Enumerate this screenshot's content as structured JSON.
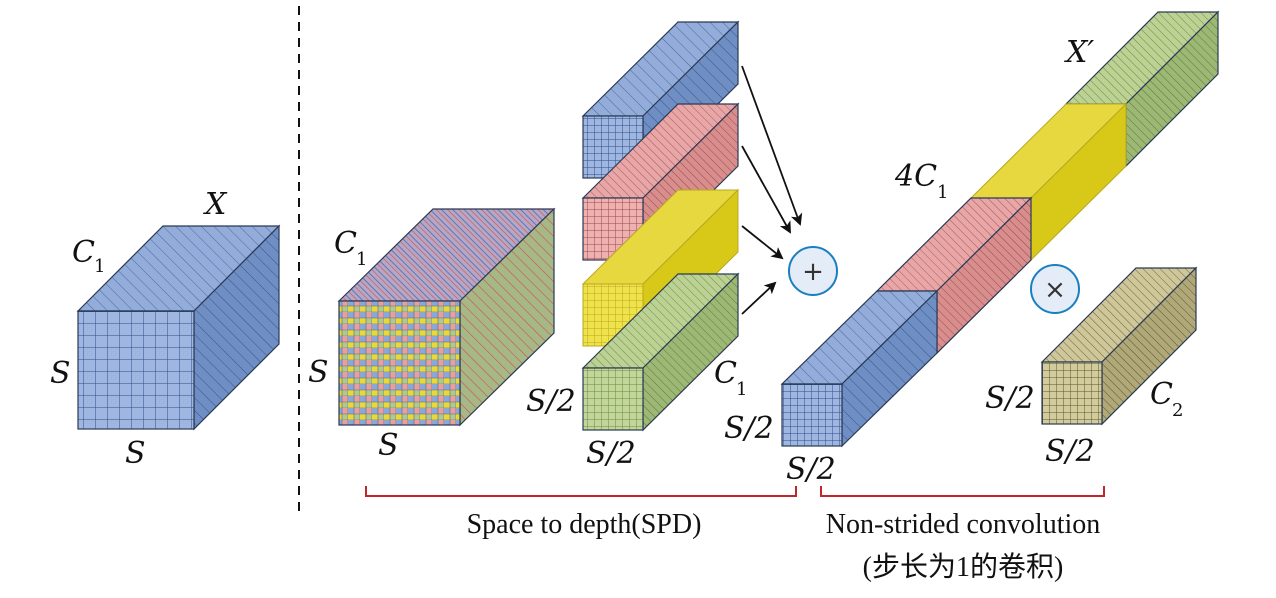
{
  "labels": {
    "x": "X",
    "x_prime": "X′",
    "c1": "C",
    "c1_sub": "1",
    "c2": "C",
    "c2_sub": "2",
    "four_c1": "4C",
    "four_c1_sub": "1",
    "s": "S",
    "s_half": "S/2"
  },
  "operators": {
    "plus": "+",
    "times": "×"
  },
  "captions": {
    "spd": "Space to depth(SPD)",
    "conv": "Non-strided convolution",
    "conv_cn": "(步长为1的卷积)"
  },
  "colors": {
    "blue": "#8ca6d6",
    "pink": "#e6a0a0",
    "yellow": "#e8d83a",
    "green": "#b3c98a",
    "khaki": "#c4bc8e",
    "bracket": "#c0272d",
    "op_circle": "#1a7fc0"
  }
}
